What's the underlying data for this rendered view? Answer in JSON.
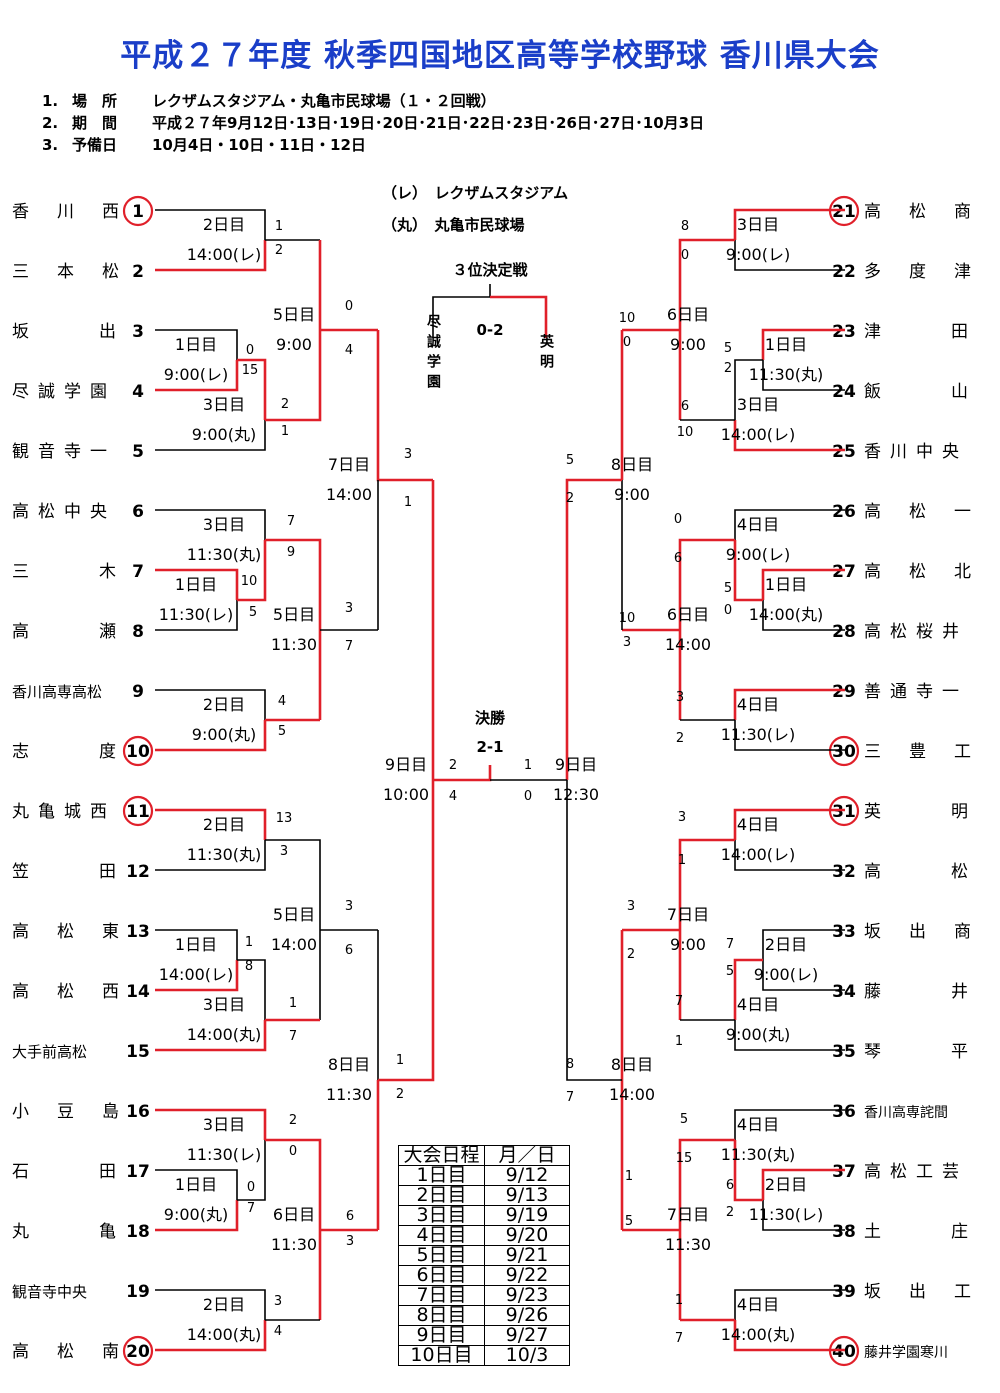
{
  "title": "平成２７年度 秋季四国地区高等学校野球 香川県大会",
  "info": [
    {
      "num": "1.",
      "key": "場　所",
      "val": "レクザムスタジアム・丸亀市民球場（１・２回戦）"
    },
    {
      "num": "2.",
      "key": "期　間",
      "val": "平成２７年9月12日･13日･19日･20日･21日･22日･23日･26日･27日･10月3日"
    },
    {
      "num": "3.",
      "key": "予備日",
      "val": "10月4日・10日・11日・12日"
    }
  ],
  "legend": [
    {
      "code": "（レ）",
      "name": "レクザムスタジアム"
    },
    {
      "code": "（丸）",
      "name": "丸亀市民球場"
    }
  ],
  "teams": [
    {
      "no": "1",
      "name": "香川西",
      "circled": true
    },
    {
      "no": "2",
      "name": "三本松",
      "circled": false
    },
    {
      "no": "3",
      "name": "坂出",
      "circled": false
    },
    {
      "no": "4",
      "name": "尽誠学園",
      "circled": false
    },
    {
      "no": "5",
      "name": "観音寺一",
      "circled": false
    },
    {
      "no": "6",
      "name": "高松中央",
      "circled": false
    },
    {
      "no": "7",
      "name": "三木",
      "circled": false
    },
    {
      "no": "8",
      "name": "高瀬",
      "circled": false
    },
    {
      "no": "9",
      "name": "香川高専高松",
      "circled": false
    },
    {
      "no": "10",
      "name": "志度",
      "circled": true
    },
    {
      "no": "11",
      "name": "丸亀城西",
      "circled": true
    },
    {
      "no": "12",
      "name": "笠田",
      "circled": false
    },
    {
      "no": "13",
      "name": "高松東",
      "circled": false
    },
    {
      "no": "14",
      "name": "高松西",
      "circled": false
    },
    {
      "no": "15",
      "name": "大手前高松",
      "circled": false
    },
    {
      "no": "16",
      "name": "小豆島",
      "circled": false
    },
    {
      "no": "17",
      "name": "石田",
      "circled": false
    },
    {
      "no": "18",
      "name": "丸亀",
      "circled": false
    },
    {
      "no": "19",
      "name": "観音寺中央",
      "circled": false
    },
    {
      "no": "20",
      "name": "高松南",
      "circled": true
    },
    {
      "no": "21",
      "name": "高松商",
      "circled": true
    },
    {
      "no": "22",
      "name": "多度津",
      "circled": false
    },
    {
      "no": "23",
      "name": "津田",
      "circled": false
    },
    {
      "no": "24",
      "name": "飯山",
      "circled": false
    },
    {
      "no": "25",
      "name": "香川中央",
      "circled": false
    },
    {
      "no": "26",
      "name": "高松一",
      "circled": false
    },
    {
      "no": "27",
      "name": "高松北",
      "circled": false
    },
    {
      "no": "28",
      "name": "高松桜井",
      "circled": false
    },
    {
      "no": "29",
      "name": "善通寺一",
      "circled": false
    },
    {
      "no": "30",
      "name": "三豊工",
      "circled": true
    },
    {
      "no": "31",
      "name": "英明",
      "circled": true
    },
    {
      "no": "32",
      "name": "高松",
      "circled": false
    },
    {
      "no": "33",
      "name": "坂出商",
      "circled": false
    },
    {
      "no": "34",
      "name": "藤井",
      "circled": false
    },
    {
      "no": "35",
      "name": "琴平",
      "circled": false
    },
    {
      "no": "36",
      "name": "香川高専詫間",
      "circled": false
    },
    {
      "no": "37",
      "name": "高松工芸",
      "circled": false
    },
    {
      "no": "38",
      "name": "土庄",
      "circled": false
    },
    {
      "no": "39",
      "name": "坂出工",
      "circled": false
    },
    {
      "no": "40",
      "name": "藤井学園寒川",
      "circled": true
    }
  ],
  "matches_left": [
    {
      "id": "L1",
      "day": "2日目",
      "time": "14:00(レ)",
      "s1": "1",
      "s2": "2"
    },
    {
      "id": "L2",
      "day": "1日目",
      "time": "9:00(レ)",
      "s1": "0",
      "s2": "15"
    },
    {
      "id": "L3",
      "day": "3日目",
      "time": "9:00(丸)",
      "s1": "2",
      "s2": "1"
    },
    {
      "id": "L4",
      "day": "5日目",
      "time": "9:00",
      "s1": "0",
      "s2": "4"
    },
    {
      "id": "L5",
      "day": "1日目",
      "time": "11:30(レ)",
      "s1": "",
      "s2": ""
    },
    {
      "id": "L6",
      "day": "3日目",
      "time": "11:30(丸)",
      "s1": "7",
      "s2": "9"
    },
    {
      "id": "L6b",
      "day": "",
      "time": "",
      "s1": "10",
      "s2": "5"
    },
    {
      "id": "L7",
      "day": "5日目",
      "time": "11:30",
      "s1": "3",
      "s2": "7"
    },
    {
      "id": "L8",
      "day": "2日目",
      "time": "9:00(丸)",
      "s1": "4",
      "s2": "5"
    },
    {
      "id": "L9",
      "day": "7日目",
      "time": "14:00",
      "s1": "3",
      "s2": "1"
    },
    {
      "id": "L10",
      "day": "2日目",
      "time": "11:30(丸)",
      "s1": "13",
      "s2": "3"
    },
    {
      "id": "L11",
      "day": "1日目",
      "time": "14:00(レ)",
      "s1": "1",
      "s2": "8"
    },
    {
      "id": "L12",
      "day": "3日目",
      "time": "14:00(丸)",
      "s1": "1",
      "s2": "7"
    },
    {
      "id": "L13",
      "day": "5日目",
      "time": "14:00",
      "s1": "3",
      "s2": "6"
    },
    {
      "id": "L14",
      "day": "3日目",
      "time": "11:30(レ)",
      "s1": "2",
      "s2": "0"
    },
    {
      "id": "L15",
      "day": "1日目",
      "time": "9:00(丸)",
      "s1": "0",
      "s2": "7"
    },
    {
      "id": "L16",
      "day": "2日目",
      "time": "14:00(丸)",
      "s1": "3",
      "s2": "4"
    },
    {
      "id": "L17",
      "day": "6日目",
      "time": "11:30",
      "s1": "6",
      "s2": "3"
    },
    {
      "id": "L18",
      "day": "8日目",
      "time": "11:30",
      "s1": "1",
      "s2": "2"
    },
    {
      "id": "L19",
      "day": "9日目",
      "time": "10:00",
      "s1": "2",
      "s2": "4"
    }
  ],
  "matches_right": [
    {
      "id": "R1",
      "day": "3日目",
      "time": "9:00(レ)",
      "s1": "8",
      "s2": "0"
    },
    {
      "id": "R2",
      "day": "1日目",
      "time": "11:30(丸)",
      "s1": "5",
      "s2": "2"
    },
    {
      "id": "R3",
      "day": "3日目",
      "time": "14:00(レ)",
      "s1": "6",
      "s2": "10"
    },
    {
      "id": "R4",
      "day": "6日目",
      "time": "9:00",
      "s1": "10",
      "s2": "0"
    },
    {
      "id": "R5",
      "day": "4日目",
      "time": "9:00(レ)",
      "s1": "0",
      "s2": "6"
    },
    {
      "id": "R6",
      "day": "1日目",
      "time": "14:00(丸)",
      "s1": "5",
      "s2": "0"
    },
    {
      "id": "R7",
      "day": "6日目",
      "time": "14:00",
      "s1": "10",
      "s2": "3"
    },
    {
      "id": "R8",
      "day": "4日目",
      "time": "11:30(レ)",
      "s1": "3",
      "s2": "2"
    },
    {
      "id": "R9",
      "day": "8日目",
      "time": "9:00",
      "s1": "5",
      "s2": "2"
    },
    {
      "id": "R10",
      "day": "4日目",
      "time": "14:00(レ)",
      "s1": "3",
      "s2": "1"
    },
    {
      "id": "R11",
      "day": "2日目",
      "time": "9:00(レ)",
      "s1": "7",
      "s2": "5"
    },
    {
      "id": "R12",
      "day": "4日目",
      "time": "9:00(丸)",
      "s1": "7",
      "s2": "1"
    },
    {
      "id": "R13",
      "day": "7日目",
      "time": "9:00",
      "s1": "3",
      "s2": "2"
    },
    {
      "id": "R14",
      "day": "4日目",
      "time": "11:30(丸)",
      "s1": "5",
      "s2": "15"
    },
    {
      "id": "R15",
      "day": "2日目",
      "time": "11:30(レ)",
      "s1": "6",
      "s2": "2"
    },
    {
      "id": "R16",
      "day": "7日目",
      "time": "11:30",
      "s1": "1",
      "s2": "5"
    },
    {
      "id": "R17",
      "day": "4日目",
      "time": "14:00(丸)",
      "s1": "1",
      "s2": "7"
    },
    {
      "id": "R18",
      "day": "8日目",
      "time": "14:00",
      "s1": "8",
      "s2": "7"
    },
    {
      "id": "R19",
      "day": "9日目",
      "time": "12:30",
      "s1": "1",
      "s2": "0"
    }
  ],
  "third_place": {
    "label": "３位決定戦",
    "score": "0-2",
    "team_left": "尽誠学園",
    "team_right": "英明"
  },
  "final": {
    "label": "決勝",
    "score": "2-1"
  },
  "schedule": {
    "headers": [
      "大会日程",
      "月／日"
    ],
    "rows": [
      [
        "1日目",
        "9/12"
      ],
      [
        "2日目",
        "9/13"
      ],
      [
        "3日目",
        "9/19"
      ],
      [
        "4日目",
        "9/20"
      ],
      [
        "5日目",
        "9/21"
      ],
      [
        "6日目",
        "9/22"
      ],
      [
        "7日目",
        "9/23"
      ],
      [
        "8日目",
        "9/26"
      ],
      [
        "9日目",
        "9/27"
      ],
      [
        "10日目",
        "10/3"
      ]
    ]
  },
  "colors": {
    "title": "#1a3ec8",
    "winner": "#e0202a",
    "line": "#000000"
  }
}
